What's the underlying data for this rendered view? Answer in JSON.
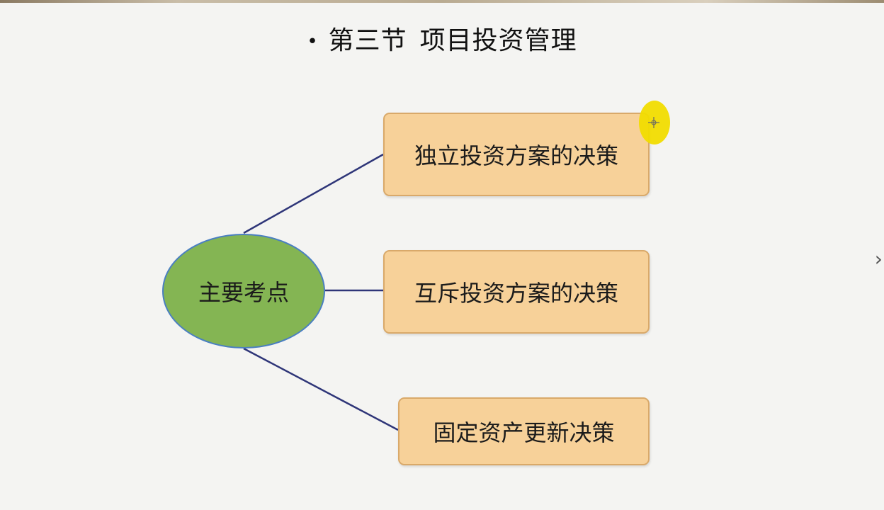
{
  "slide": {
    "title": "第三节",
    "subtitle": "项目投资管理"
  },
  "diagram": {
    "center_label": "主要考点",
    "branches": [
      {
        "label": "独立投资方案的决策"
      },
      {
        "label": "互斥投资方案的决策"
      },
      {
        "label": "固定资产更新决策"
      }
    ]
  },
  "colors": {
    "ellipse_fill": "#84b553",
    "ellipse_border": "#4a7fc1",
    "box_fill": "#f7d199",
    "box_border": "#d9a96a",
    "connector": "#2e3578",
    "pointer": "#f1dc00"
  },
  "icons": {
    "bullet": "bullet-dot-icon",
    "pointer": "mouse-pointer-highlight-icon",
    "next": "chevron-right-icon"
  }
}
